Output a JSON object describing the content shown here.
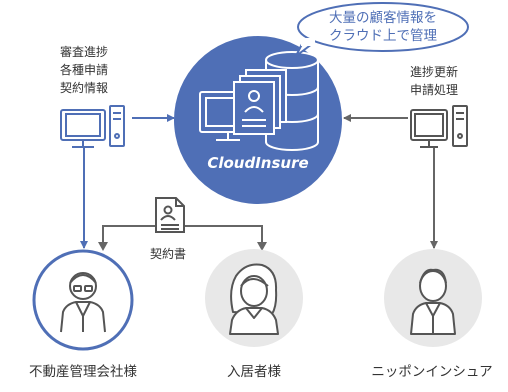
{
  "colors": {
    "accent": "#4f6fb6",
    "line_gray": "#666666",
    "person_stroke": "#555555",
    "person_fill": "#e8e8e8"
  },
  "cloud": {
    "logo_text": "CloudInsure"
  },
  "bubble": {
    "line1": "大量の顧客情報を",
    "line2": "クラウド上で管理"
  },
  "left_pc": {
    "label_lines": [
      "審査進捗",
      "各種申請",
      "契約情報"
    ]
  },
  "right_pc": {
    "label_lines": [
      "進捗更新",
      "申請処理"
    ]
  },
  "contract": {
    "label": "契約書"
  },
  "people": [
    {
      "name": "不動産管理会社様",
      "highlighted": true
    },
    {
      "name": "入居者様",
      "highlighted": false
    },
    {
      "name": "ニッポンインシュア",
      "highlighted": false
    }
  ],
  "icons": [
    "computer-icon",
    "document-icon",
    "contract-document-icon",
    "person-icon",
    "server-icon"
  ]
}
